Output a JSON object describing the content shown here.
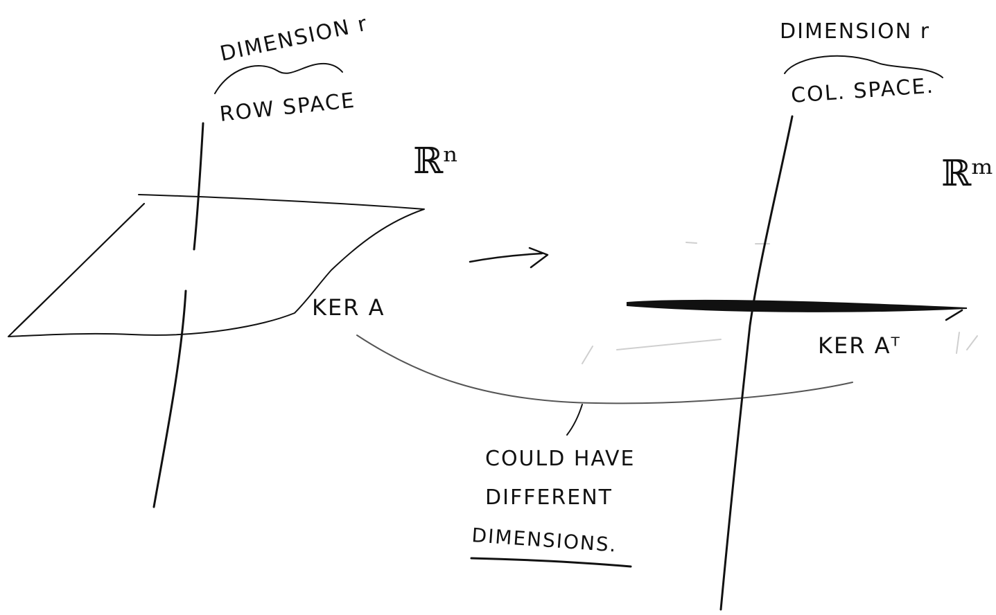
{
  "left_panel": {
    "dimension_label": "DIMENSION r",
    "space_label": "ROW SPACE",
    "ambient_space": "ℝⁿ",
    "kernel_label": "KER A"
  },
  "right_panel": {
    "dimension_label": "DIMENSION r",
    "space_label": "COL. SPACE.",
    "ambient_space": "ℝᵐ",
    "kernel_label": "KER Aᵀ"
  },
  "note": {
    "line1": "COULD HAVE",
    "line2": "DIFFERENT",
    "line3": "DIMENSIONS."
  },
  "colors": {
    "ink": "#111111",
    "paper": "#ffffff",
    "faint_ink": "#cfcfcf"
  }
}
